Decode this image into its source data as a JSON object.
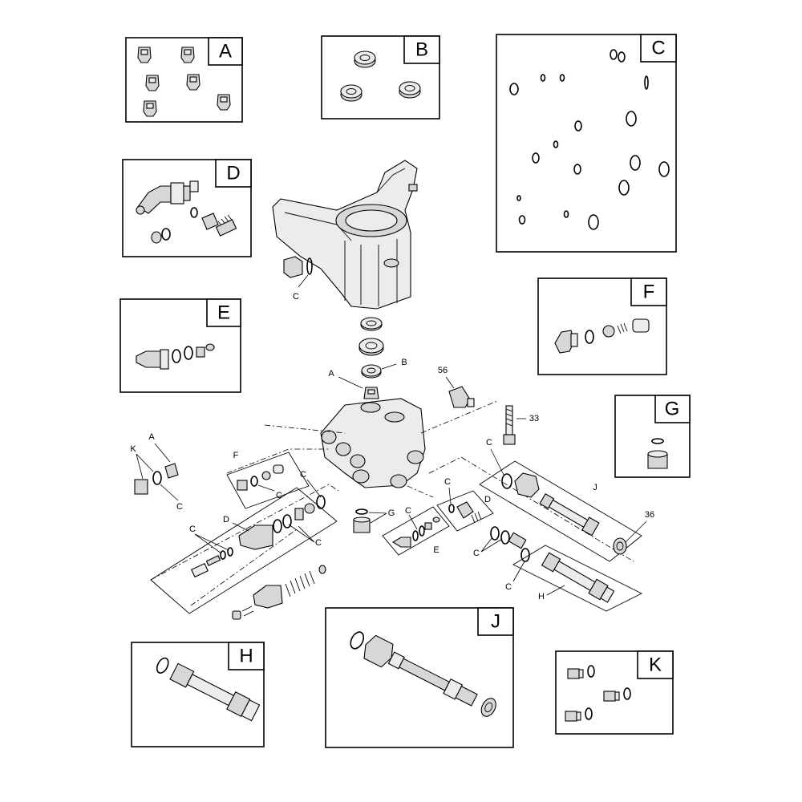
{
  "insets": [
    {
      "id": "A",
      "letter": "A"
    },
    {
      "id": "B",
      "letter": "B"
    },
    {
      "id": "C",
      "letter": "C"
    },
    {
      "id": "D",
      "letter": "D"
    },
    {
      "id": "E",
      "letter": "E"
    },
    {
      "id": "F",
      "letter": "F"
    },
    {
      "id": "G",
      "letter": "G"
    },
    {
      "id": "H",
      "letter": "H"
    },
    {
      "id": "J",
      "letter": "J"
    },
    {
      "id": "K",
      "letter": "K"
    }
  ],
  "callouts": {
    "c_housing": "C",
    "a_top": "A",
    "b_top": "B",
    "n56": "56",
    "n33": "33",
    "k_left": "K",
    "a_left": "A",
    "c_left": "C",
    "f_group": "F",
    "c_f": "C",
    "c_d_top": "C",
    "d_main": "D",
    "c_d_left": "C",
    "c_d_mid": "C",
    "c_e": "C",
    "g_mid": "G",
    "e_mid": "E",
    "c_d2": "C",
    "d_right": "D",
    "c_j": "C",
    "j_main": "J",
    "n36": "36",
    "c_h_upper": "C",
    "c_h": "C",
    "h_main": "H"
  }
}
